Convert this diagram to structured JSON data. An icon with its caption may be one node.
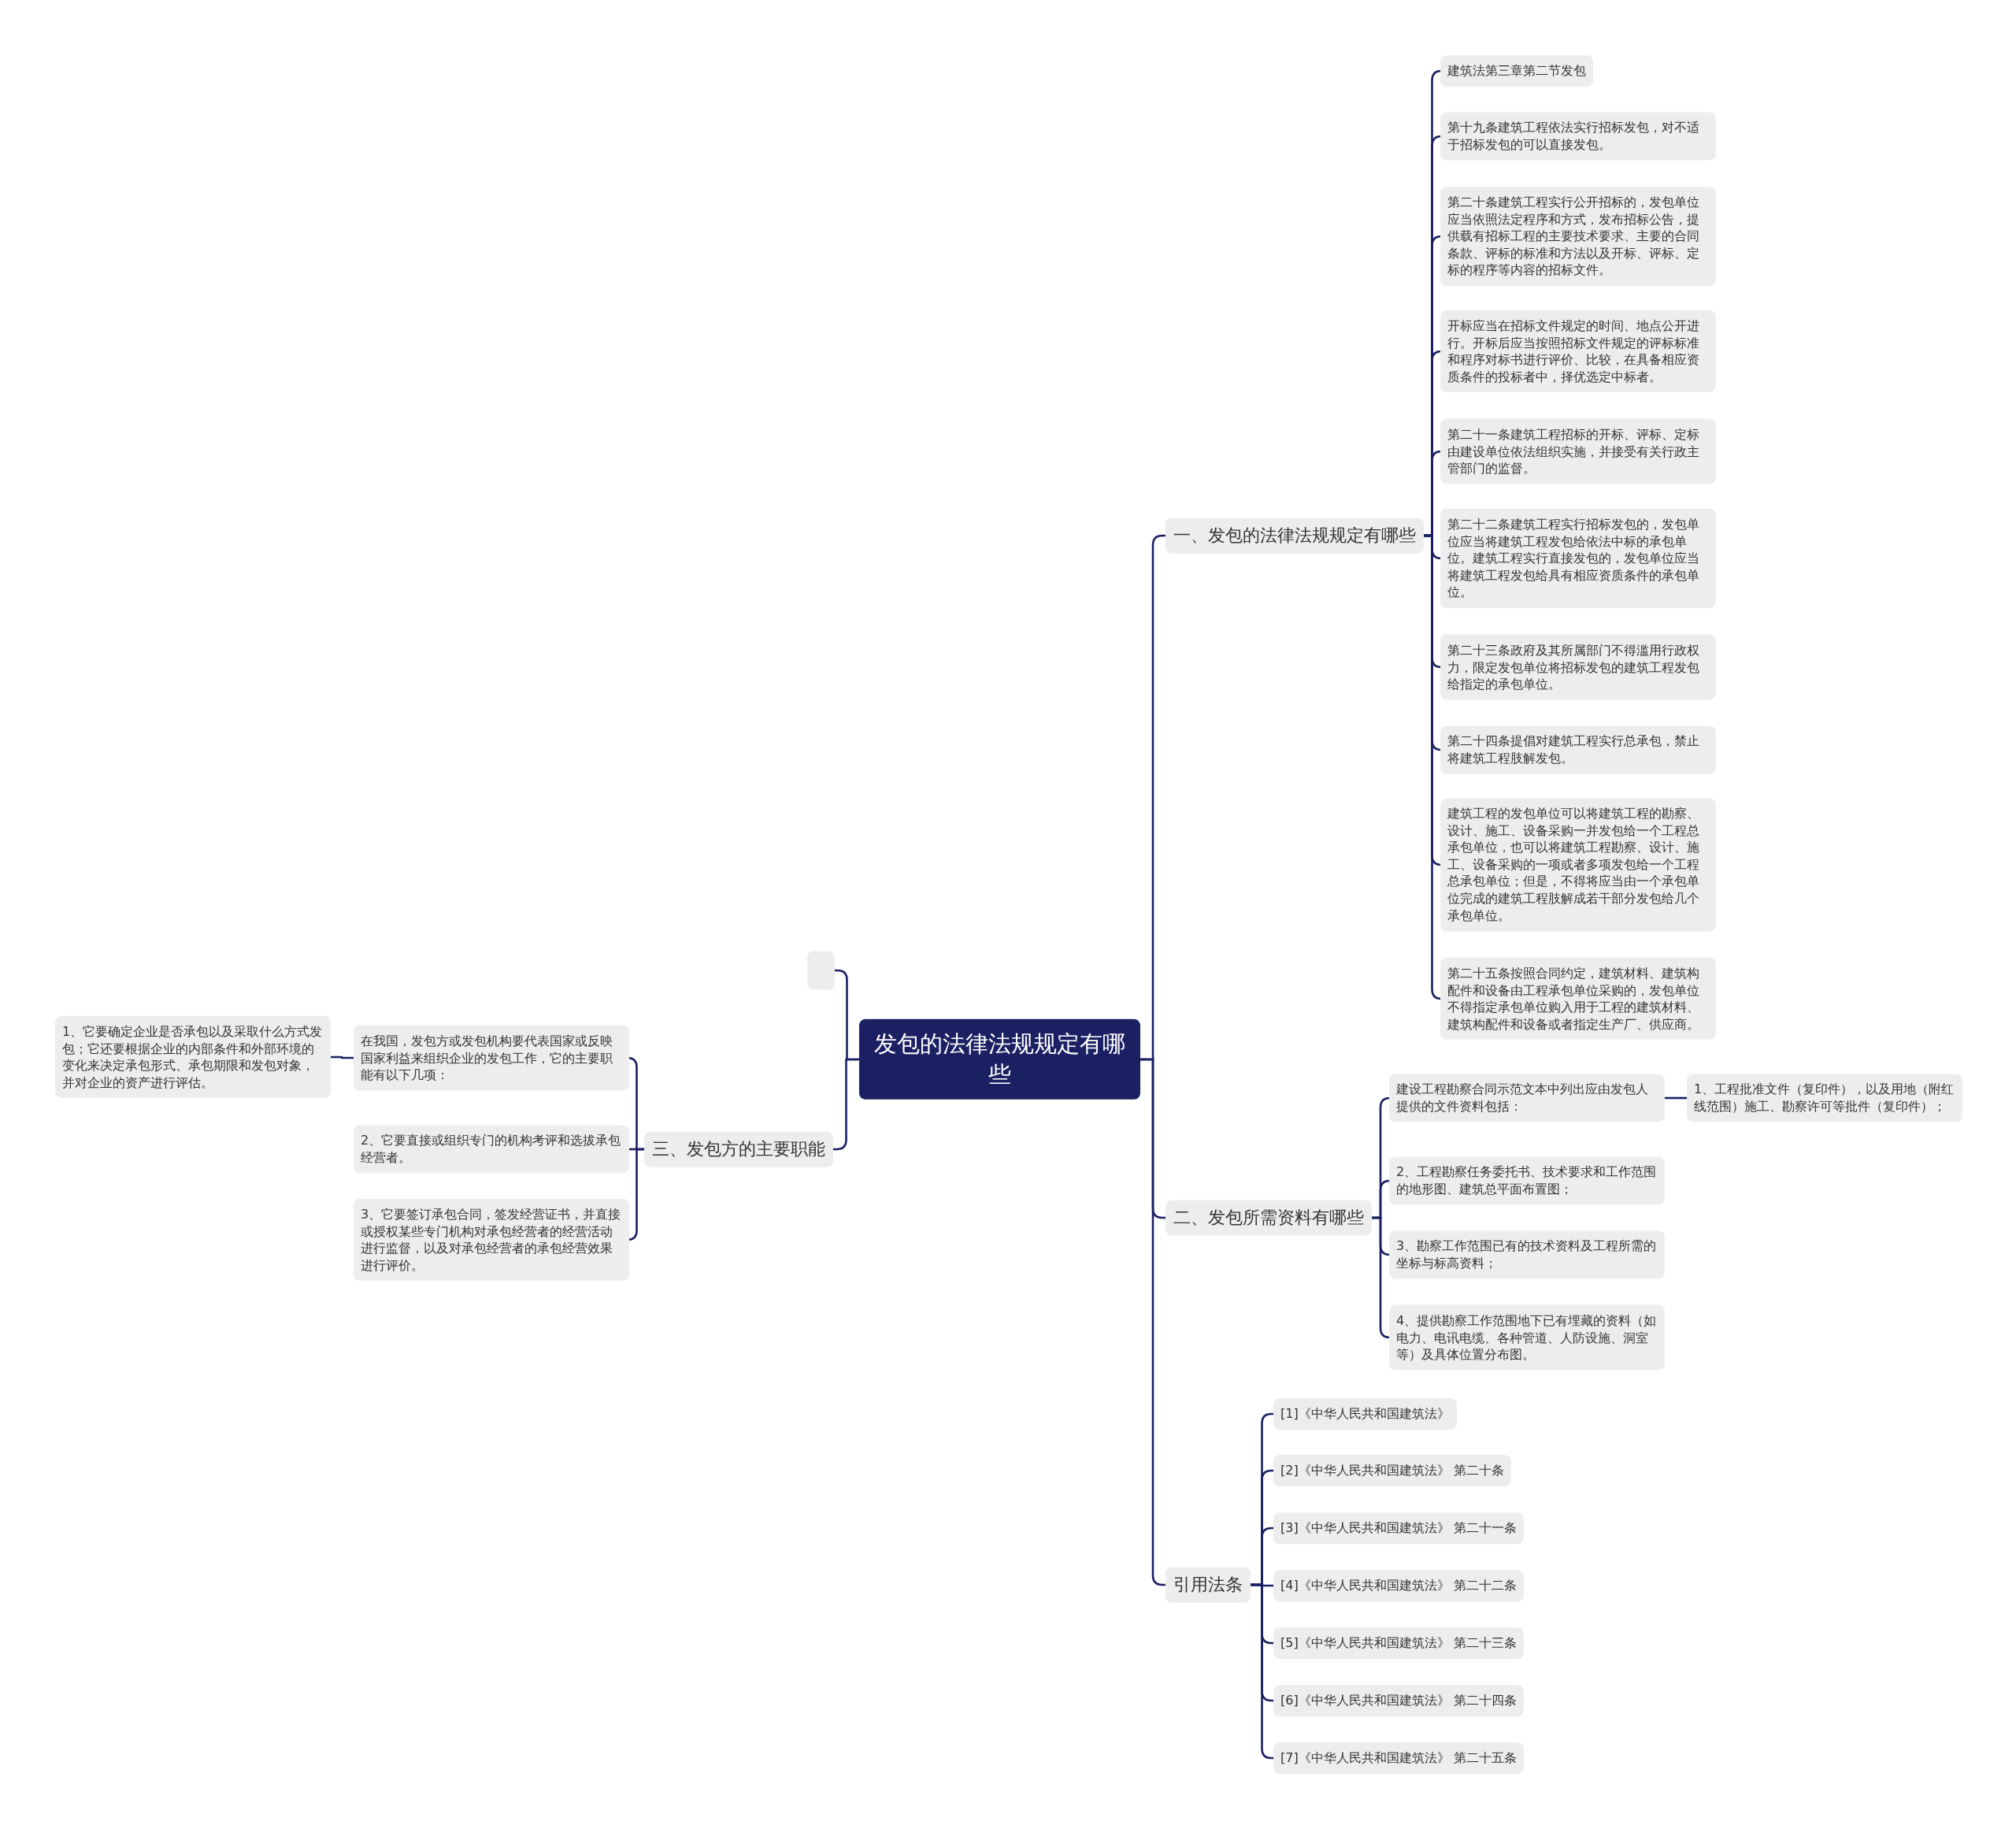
{
  "diagram": {
    "nodes": [
      {
        "text": [
          "发包的法律法规规定有哪些"
        ]
      },
      {
        "text": [
          "一、发包的法律法规规定有哪些"
        ]
      },
      {
        "text": [
          "建筑法第三章第二节发包"
        ]
      },
      {
        "text": [
          "第十九条建筑工程依法实行招标发包，对不适于招标发包的可以直接发包。"
        ]
      },
      {
        "text": [
          "第二十条建筑工程实行公开招标的，发包单位应当依照法定程序和方式，发布招标公告，提供载有招标工程的主要技术要求、主要的合同条款、评标的标准和方法以及开标、评标、定标的程序等内容的招标文件。"
        ]
      },
      {
        "text": [
          "开标应当在招标文件规定的时间、地点公开进行。开标后应当按照招标文件规定的评标标准和程序对标书进行评价、比较，在具备相应资质条件的投标者中，择优选定中标者。"
        ]
      },
      {
        "text": [
          "第二十一条建筑工程招标的开标、评标、定标由建设单位依法组织实施，并接受有关行政主管部门的监督。"
        ]
      },
      {
        "text": [
          "第二十二条建筑工程实行招标发包的，发包单位应当将建筑工程发包给依法中标的承包单位。建筑工程实行直接发包的，发包单位应当将建筑工程发包给具有相应资质条件的承包单位。"
        ]
      },
      {
        "text": [
          "第二十三条政府及其所属部门不得滥用行政权力，限定发包单位将招标发包的建筑工程发包给指定的承包单位。"
        ]
      },
      {
        "text": [
          "第二十四条提倡对建筑工程实行总承包，禁止将建筑工程肢解发包。"
        ]
      },
      {
        "text": [
          "建筑工程的发包单位可以将建筑工程的勘察、设计、施工、设备采购一并发包给一个工程总承包单位，也可以将建筑工程勘察、设计、施工、设备采购的一项或者多项发包给一个工程总承包单位；但是，不得将应当由一个承包单位完成的建筑工程肢解成若干部分发包给几个承包单位。"
        ]
      },
      {
        "text": [
          "第二十五条按照合同约定，建筑材料、建筑构配件和设备由工程承包单位采购的，发包单位不得指定承包单位购入用于工程的建筑材料、建筑构配件和设备或者指定生产厂、供应商。"
        ]
      },
      {
        "text": [
          "二、发包所需资料有哪些"
        ]
      },
      {
        "text": [
          "建设工程勘察合同示范文本中列出应由发包人提供的文件资料包括："
        ]
      },
      {
        "text": [
          "1、工程批准文件（复印件），以及用地（附红线范围）施工、勘察许可等批件（复印件）；"
        ]
      },
      {
        "text": [
          "2、工程勘察任务委托书、技术要求和工作范围的地形图、建筑总平面布置图；"
        ]
      },
      {
        "text": [
          "3、勘察工作范围已有的技术资料及工程所需的坐标与标高资料；"
        ]
      },
      {
        "text": [
          "4、提供勘察工作范围地下已有埋藏的资料（如电力、电讯电缆、各种管道、人防设施、洞室等）及具体位置分布图。"
        ]
      },
      {
        "text": [
          "引用法条"
        ]
      },
      {
        "text": [
          "[1]《中华人民共和国建筑法》"
        ]
      },
      {
        "text": [
          "[2]《中华人民共和国建筑法》 第二十条"
        ]
      },
      {
        "text": [
          "[3]《中华人民共和国建筑法》 第二十一条"
        ]
      },
      {
        "text": [
          "[4]《中华人民共和国建筑法》 第二十二条"
        ]
      },
      {
        "text": [
          "[5]《中华人民共和国建筑法》 第二十三条"
        ]
      },
      {
        "text": [
          "[6]《中华人民共和国建筑法》 第二十四条"
        ]
      },
      {
        "text": [
          "[7]《中华人民共和国建筑法》 第二十五条"
        ]
      },
      {
        "text": [],
        "shape": "box"
      },
      {
        "text": [
          "三、发包方的主要职能"
        ]
      },
      {
        "text": [
          "在我国，发包方或发包机构要代表国家或反映国家利益来组织企业的发包工作，它的主要职能有以下几项："
        ]
      },
      {
        "text": [
          "1、它要确定企业是否承包以及采取什么方式发包；它还要根据企业的内部条件和外部环境的变化来决定承包形式、承包期限和发包对象，并对企业的资产进行评估。"
        ]
      },
      {
        "text": [
          "2、它要直接或组织专门的机构考评和选拔承包经营者。"
        ]
      },
      {
        "text": [
          "3、它要签订承包合同，签发经营证书，并直接或授权某些专门机构对承包经营者的经营活动进行监督，以及对承包经营者的承包经营效果进行评价。"
        ]
      }
    ],
    "edges": [
      {
        "from": 0,
        "to": 1,
        "arrow": "none"
      },
      {
        "from": 1,
        "to": 2,
        "arrow": "none"
      },
      {
        "from": 1,
        "to": 3,
        "arrow": "none"
      },
      {
        "from": 1,
        "to": 4,
        "arrow": "none"
      },
      {
        "from": 1,
        "to": 5,
        "arrow": "none"
      },
      {
        "from": 1,
        "to": 6,
        "arrow": "none"
      },
      {
        "from": 1,
        "to": 7,
        "arrow": "none"
      },
      {
        "from": 1,
        "to": 8,
        "arrow": "none"
      },
      {
        "from": 1,
        "to": 9,
        "arrow": "none"
      },
      {
        "from": 1,
        "to": 10,
        "arrow": "none"
      },
      {
        "from": 1,
        "to": 11,
        "arrow": "none"
      },
      {
        "from": 0,
        "to": 12,
        "arrow": "none"
      },
      {
        "from": 12,
        "to": 13,
        "arrow": "none"
      },
      {
        "from": 13,
        "to": 14,
        "arrow": "none"
      },
      {
        "from": 12,
        "to": 15,
        "arrow": "none"
      },
      {
        "from": 12,
        "to": 16,
        "arrow": "none"
      },
      {
        "from": 12,
        "to": 17,
        "arrow": "none"
      },
      {
        "from": 0,
        "to": 18,
        "arrow": "none"
      },
      {
        "from": 18,
        "to": 19,
        "arrow": "none"
      },
      {
        "from": 18,
        "to": 20,
        "arrow": "none"
      },
      {
        "from": 18,
        "to": 21,
        "arrow": "none"
      },
      {
        "from": 18,
        "to": 22,
        "arrow": "none"
      },
      {
        "from": 18,
        "to": 23,
        "arrow": "none"
      },
      {
        "from": 18,
        "to": 24,
        "arrow": "none"
      },
      {
        "from": 18,
        "to": 25,
        "arrow": "none"
      },
      {
        "from": 0,
        "to": 26,
        "arrow": "none"
      },
      {
        "from": 0,
        "to": 27,
        "arrow": "none"
      },
      {
        "from": 27,
        "to": 28,
        "arrow": "none"
      },
      {
        "from": 28,
        "to": 29,
        "arrow": "none"
      },
      {
        "from": 27,
        "to": 30,
        "arrow": "none"
      },
      {
        "from": 27,
        "to": 31,
        "arrow": "none"
      }
    ]
  }
}
